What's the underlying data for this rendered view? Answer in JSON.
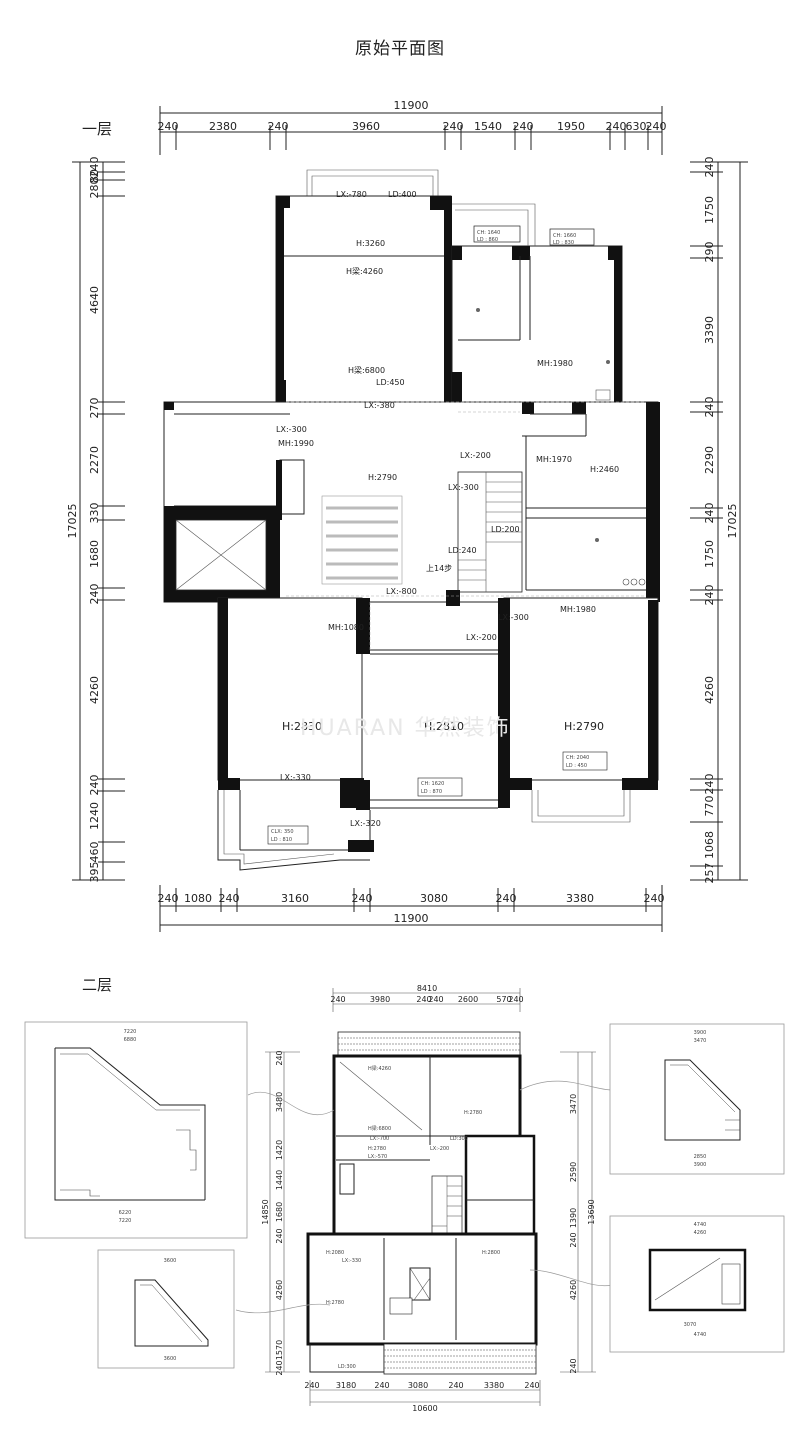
{
  "title": "原始平面图",
  "floor1": {
    "label": "一层",
    "top_total": "11900",
    "top_dims": [
      "240",
      "2380",
      "240",
      "3960",
      "240",
      "1540",
      "240",
      "1950",
      "240",
      "630",
      "240"
    ],
    "bottom_total": "11900",
    "bottom_dims": [
      "240",
      "1080",
      "240",
      "3160",
      "240",
      "3080",
      "240",
      "3380",
      "240"
    ],
    "left_total": "17025",
    "left_dims": [
      "240",
      "80",
      "280",
      "4640",
      "270",
      "2270",
      "330",
      "1680",
      "240",
      "4260",
      "240",
      "1240",
      "460",
      "395"
    ],
    "right_total": "17025",
    "right_dims": [
      "240",
      "1750",
      "290",
      "3390",
      "240",
      "2290",
      "240",
      "1750",
      "240",
      "4260",
      "240",
      "770",
      "1068",
      "257"
    ],
    "labels": {
      "lx780": "LX:-780",
      "ld400": "LD:400",
      "h3260": "H:3260",
      "h4260": "H梁:4260",
      "ch1640": "CH: 1640",
      "ld860": "LD : 860",
      "ch1660": "CH: 1660",
      "ld830": "LD : 830",
      "mh1980a": "MH:1980",
      "h6800": "H梁:6800",
      "ld450": "LD:450",
      "lx380": "LX:-380",
      "lx300a": "LX:-300",
      "mh1990": "MH:1990",
      "h2790a": "H:2790",
      "lx200a": "LX:-200",
      "lx300b": "LX:-300",
      "mh1970": "MH:1970",
      "h2460": "H:2460",
      "ld200": "LD:200",
      "ld240": "LD:240",
      "stairs": "上14步",
      "lx800": "LX:-800",
      "lx300c": "LX:-300",
      "mh1980b": "MH:1980",
      "mh1080": "MH:1080",
      "lx200b": "LX:-200",
      "h2830": "H:2830",
      "h2810": "H:2810",
      "h2790b": "H:2790",
      "ch2040": "CH: 2040",
      "ld450b": "LD : 450",
      "ch1620": "CH: 1620",
      "ld870": "LD : 870",
      "lx330": "LX:-330",
      "clx350": "CLX: 350",
      "ld810": "LD : 810",
      "lx320": "LX:-320"
    },
    "watermark": "HUARAN 华然装饰"
  },
  "floor2": {
    "label": "二层",
    "top_total": "8410",
    "top_dims": [
      "240",
      "3980",
      "240",
      "240",
      "2600",
      "570",
      "240"
    ],
    "bottom_total": "10600",
    "bottom_dims": [
      "240",
      "3180",
      "240",
      "3080",
      "240",
      "3380",
      "240"
    ],
    "left_total": "14850",
    "left_dims": [
      "240",
      "3480",
      "1420",
      "1440",
      "1680",
      "240",
      "4260",
      "1570",
      "240"
    ],
    "right_total": "13690",
    "right_dims": [
      "3470",
      "2590",
      "1390",
      "240",
      "4260",
      "240"
    ],
    "labels": {
      "h4260": "H梁:4260",
      "h2780": "H:2780",
      "h6800": "H梁:6800",
      "lx700": "LX:-700",
      "h2780b": "H:2780",
      "lx570": "LX:-570",
      "lx200": "LX:-200",
      "ld300": "LD:300",
      "h2080": "H:2080",
      "h2780c": "H:2780",
      "h2800": "H:2800",
      "lx330": "LX:-330",
      "ld300b": "LD:300"
    },
    "sections": {
      "s1_top": "7220",
      "s1_top2": "6880",
      "s1_bottom": "7220",
      "s1_bottom2": "6220",
      "s2_top": "3600",
      "s2_bottom": "3600",
      "s3_top": "3900",
      "s3_top2": "3470",
      "s3_bottom": "3900",
      "s3_bottom2": "2850",
      "s4_top": "4740",
      "s4_top2": "4260",
      "s4_bottom": "4740",
      "s4_bottom2": "3070"
    }
  },
  "colors": {
    "wall": "#111111",
    "line": "#222222",
    "panel": "#999999"
  }
}
